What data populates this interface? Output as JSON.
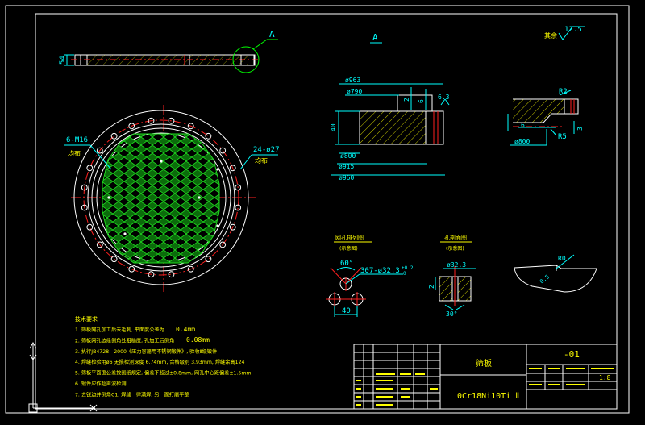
{
  "colors": {
    "background": "#000000",
    "frame": "#ffffff",
    "geometry": "#ffffff",
    "dimension": "#00ffff",
    "notes": "#ffff00",
    "hatch": "#00cc00",
    "centerline": "#ff2020",
    "callout": "#00ff00"
  },
  "views": {
    "top_view_thickness": "54",
    "detail_marker": "A",
    "section_label": "A",
    "roughness_value": "12.5",
    "roughness_note": "其余"
  },
  "section_a": {
    "d_963": "ø963",
    "d_790": "ø790",
    "d_800": "ø800",
    "d_915": "ø915",
    "d_960": "ø960",
    "height_40": "40",
    "dim_2": "2",
    "dim_6": "6",
    "roughness_6_3": "6.3"
  },
  "detail_right": {
    "r2": "R2",
    "r5": "R5",
    "dim_6": "6",
    "dim_3": "3",
    "d_800": "ø800"
  },
  "plan_callouts": {
    "bolt_holes": "6-M16",
    "bolt_note": "均布",
    "through_holes": "24-ø27",
    "through_note": "均布"
  },
  "hole_detail": {
    "title": "网孔排列图",
    "subtitle": "(示意图)",
    "angle": "60°",
    "hole_spec": "307-ø32.3",
    "tol_upper": "+0.2",
    "tol_lower": "0",
    "pitch": "40"
  },
  "hole_section": {
    "title": "孔剖面图",
    "subtitle": "(示意图)",
    "dia": "ø32.3",
    "depth": "2",
    "angle": "30°"
  },
  "edge_detail": {
    "r0": "R0",
    "dim": "0.5"
  },
  "notes": {
    "title": "技术要求",
    "lines": [
      "1. 筛板网孔加工后去毛刺, 平面度公差为",
      "2. 筛板网孔边缘倒角处粗糙度, 孔加工后倒角",
      "3. 执行JB4728—2000《压力容器用不锈钢锻件》, 验收Ⅱ级锻件",
      "4. 焊缝检验用ø6     无损检测深度  6.74mm, 合格级别  3.93mm, 焊缝余高124",
      "5. 筛板平面度公差按图纸规定, 偏差不超过±0.8mm, 网孔中心距偏差±1.5mm",
      "6. 锻件应作超声波检测",
      "7. 去锐边并倒角C1, 焊缝一律满焊, 另一面打磨平整"
    ],
    "value_1": "0.4mm",
    "value_2": "0.08mm"
  },
  "title_block": {
    "part_name": "筛板",
    "material": "0Cr18Ni10Ti Ⅱ",
    "drawing_no": "-01",
    "scale": "1:8"
  }
}
